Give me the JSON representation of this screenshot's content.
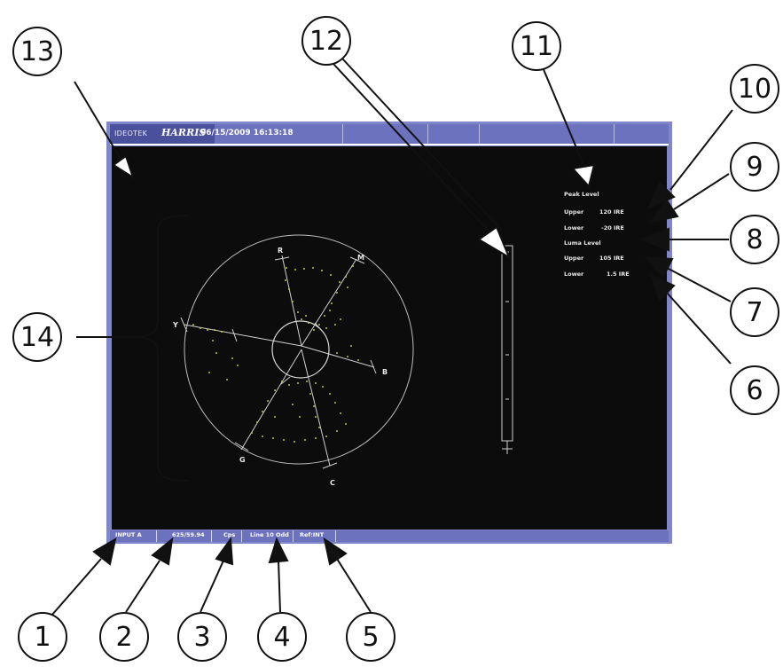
{
  "titlebar": {
    "brand": "IDEOTEK",
    "logo": "HARRIS",
    "datetime": "06/15/2009 16:13:18"
  },
  "levels": {
    "peak_title": "Peak Level",
    "peak_upper_label": "Upper",
    "peak_upper_value": "120 IRE",
    "peak_lower_label": "Lower",
    "peak_lower_value": "-20 IRE",
    "luma_title": "Luma Level",
    "luma_upper_label": "Upper",
    "luma_upper_value": "105 IRE",
    "luma_lower_label": "Lower",
    "luma_lower_value": "1.5 IRE"
  },
  "vector_labels": {
    "r": "R",
    "m": "M",
    "y": "Y",
    "b": "B",
    "g": "G",
    "c": "C"
  },
  "statusbar": {
    "input": "INPUT A",
    "format": "625/59.94",
    "mode": "Cps",
    "line": "Line 10 Odd",
    "ref": "Ref:INT"
  },
  "callouts": [
    "1",
    "2",
    "3",
    "4",
    "5",
    "6",
    "7",
    "8",
    "9",
    "10",
    "11",
    "12",
    "13",
    "14"
  ],
  "colors": {
    "frame": "#7f86c9",
    "bar": "#6c72bd",
    "display_bg": "#0c0c0c",
    "trace": "#c6c43a"
  }
}
